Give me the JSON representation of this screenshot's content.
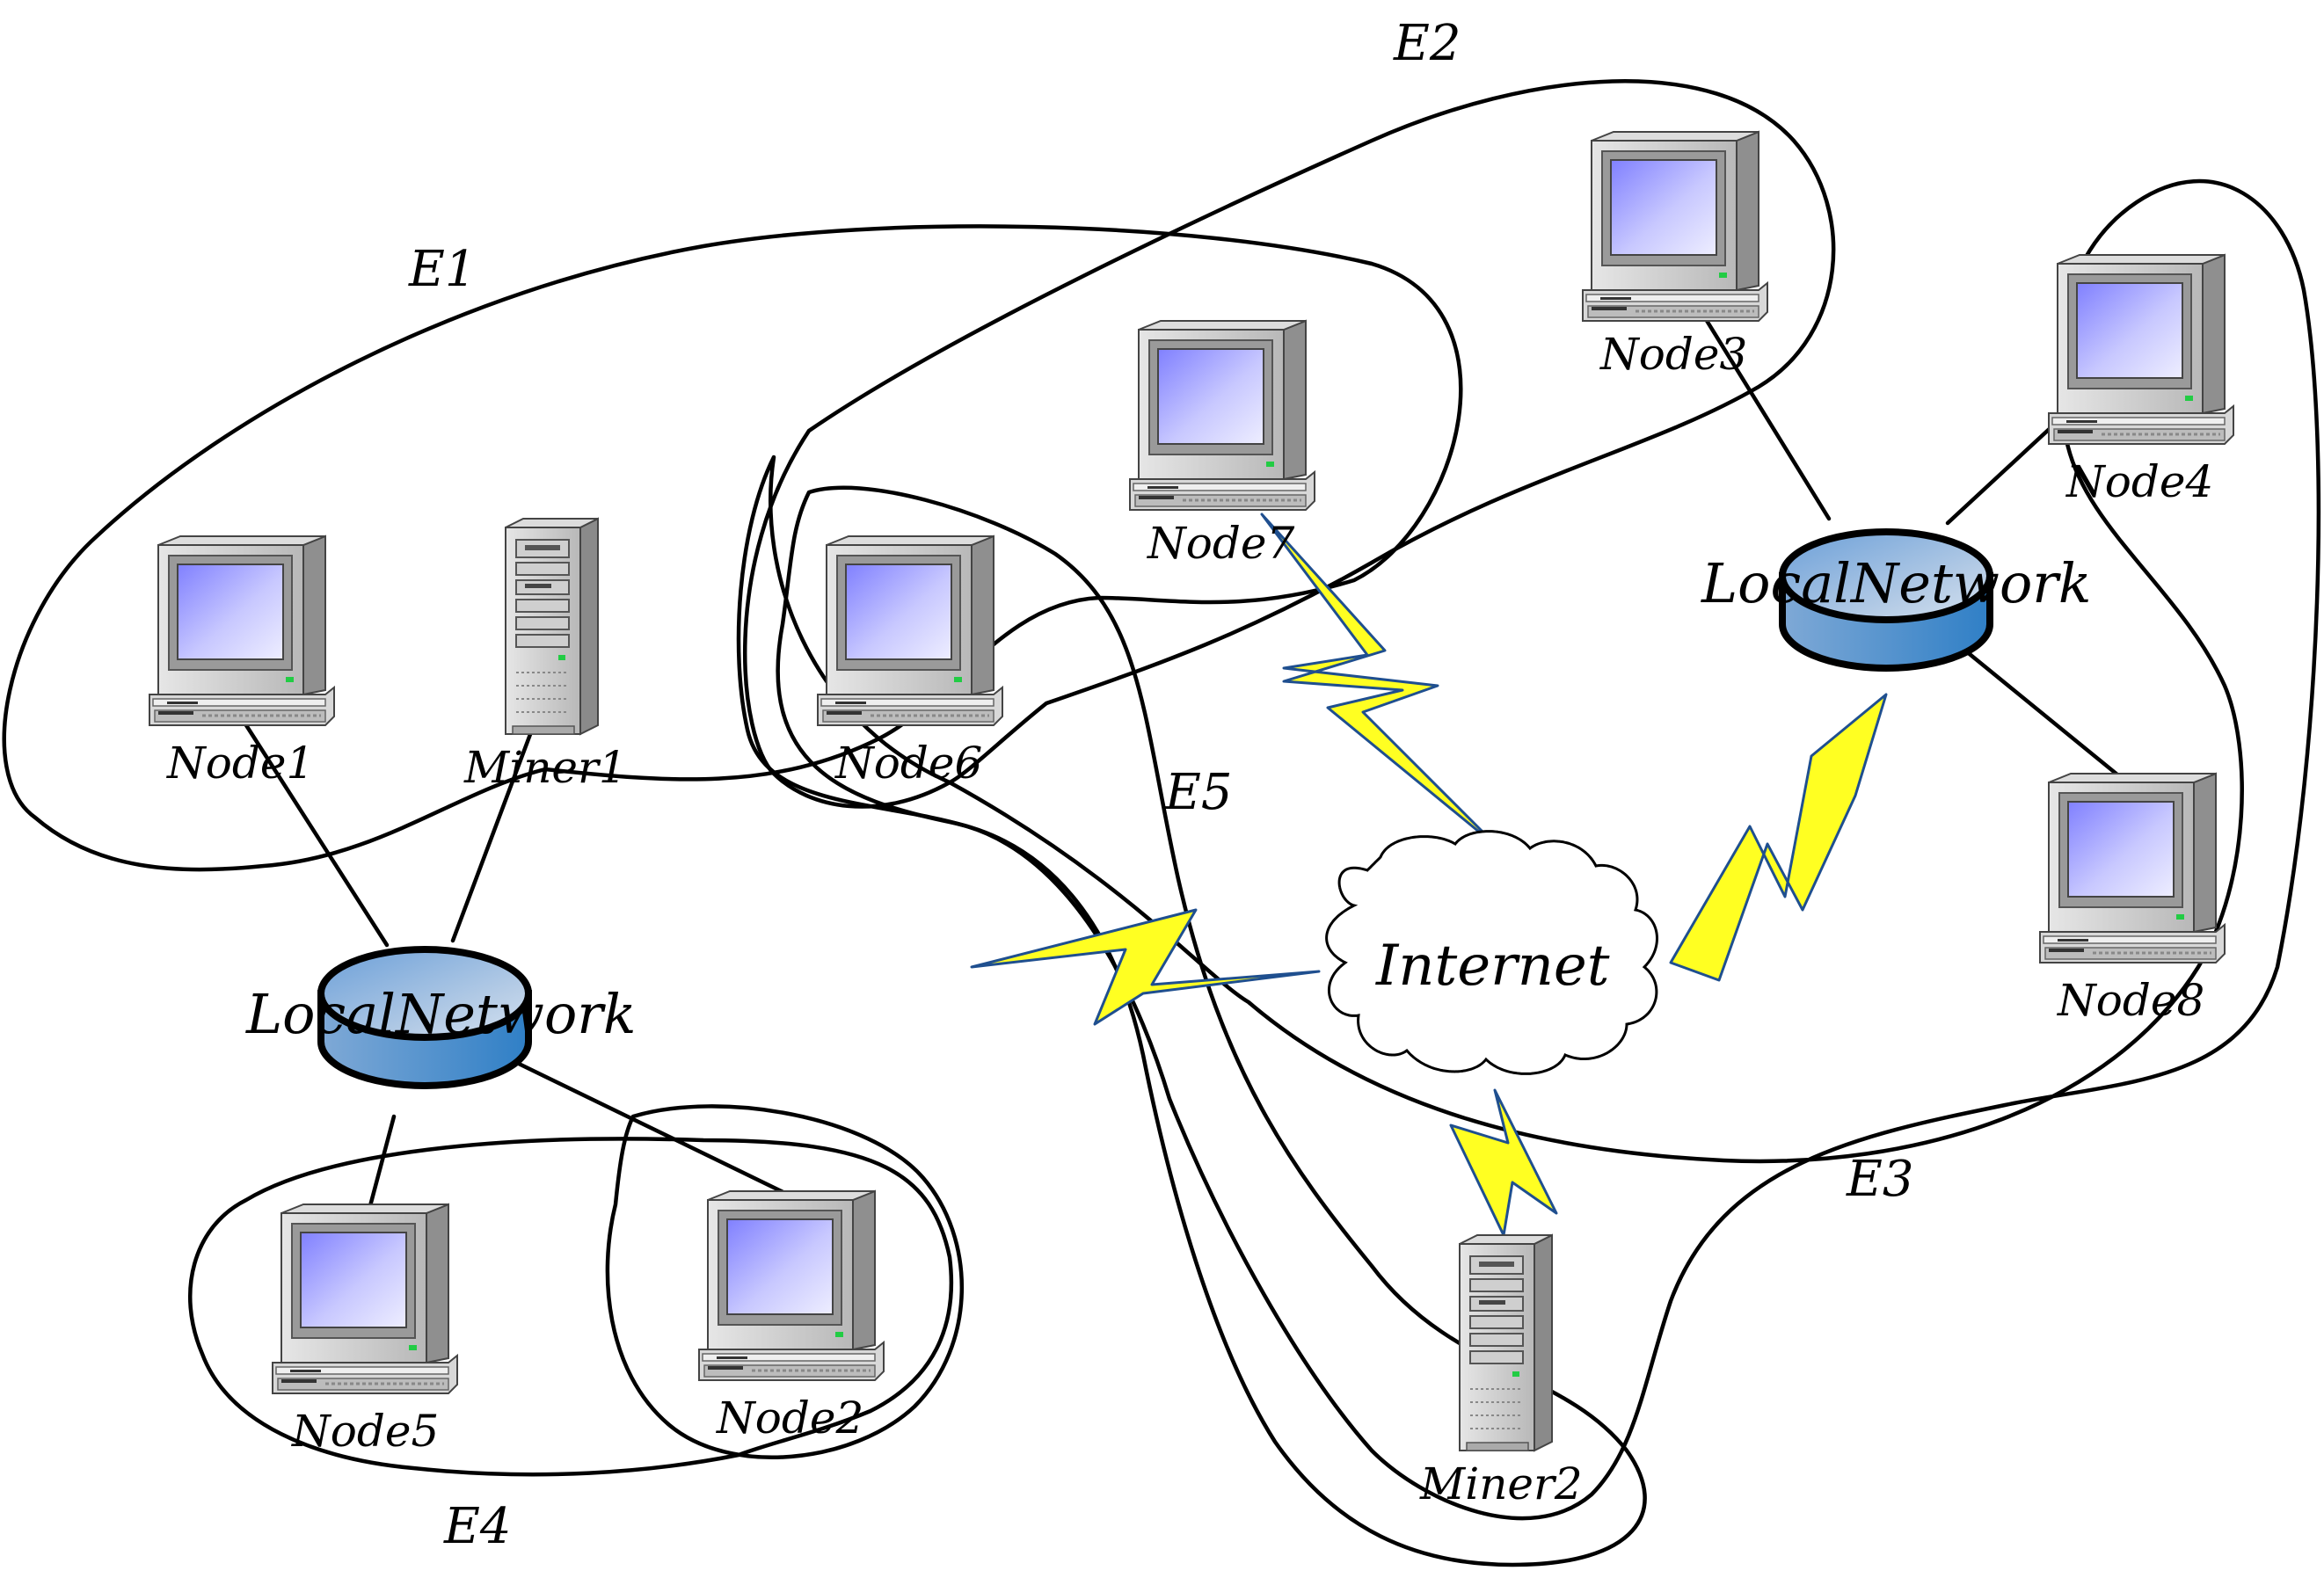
{
  "regions": [
    {
      "id": "E1",
      "label": "E1"
    },
    {
      "id": "E2",
      "label": "E2"
    },
    {
      "id": "E3",
      "label": "E3"
    },
    {
      "id": "E4",
      "label": "E4"
    },
    {
      "id": "E5",
      "label": "E5"
    }
  ],
  "nodes": [
    {
      "id": "node1",
      "label": "Node1",
      "kind": "computer-icon"
    },
    {
      "id": "miner1",
      "label": "Miner1",
      "kind": "server-icon"
    },
    {
      "id": "node2",
      "label": "Node2",
      "kind": "computer-icon"
    },
    {
      "id": "node3",
      "label": "Node3",
      "kind": "computer-icon"
    },
    {
      "id": "node4",
      "label": "Node4",
      "kind": "computer-icon"
    },
    {
      "id": "node5",
      "label": "Node5",
      "kind": "computer-icon"
    },
    {
      "id": "node6",
      "label": "Node6",
      "kind": "computer-icon"
    },
    {
      "id": "node7",
      "label": "Node7",
      "kind": "computer-icon"
    },
    {
      "id": "node8",
      "label": "Node8",
      "kind": "computer-icon"
    },
    {
      "id": "miner2",
      "label": "Miner2",
      "kind": "server-icon"
    }
  ],
  "networks": [
    {
      "id": "localnetwork-left",
      "label": "LocalNetwork"
    },
    {
      "id": "localnetwork-right",
      "label": "LocalNetwork"
    }
  ],
  "internet": {
    "label": "Internet"
  },
  "wired_links": [
    [
      "node1",
      "localnetwork-left"
    ],
    [
      "miner1",
      "localnetwork-left"
    ],
    [
      "node5",
      "localnetwork-left"
    ],
    [
      "node2",
      "localnetwork-left"
    ],
    [
      "node3",
      "localnetwork-right"
    ],
    [
      "node4",
      "localnetwork-right"
    ],
    [
      "node8",
      "localnetwork-right"
    ]
  ],
  "wireless_links": [
    [
      "node7",
      "internet"
    ],
    [
      "localnetwork-right",
      "internet"
    ],
    [
      "e5-region",
      "internet"
    ],
    [
      "miner2",
      "internet"
    ]
  ],
  "colors": {
    "line": "#000000",
    "lightning_fill": "#ffff22",
    "lightning_edge": "#1f4f8f",
    "screen": "#aaaaff",
    "computer_body": "#c0c0c0",
    "network_top": "#8fb4dc",
    "network_side": "#4b8ccc"
  }
}
